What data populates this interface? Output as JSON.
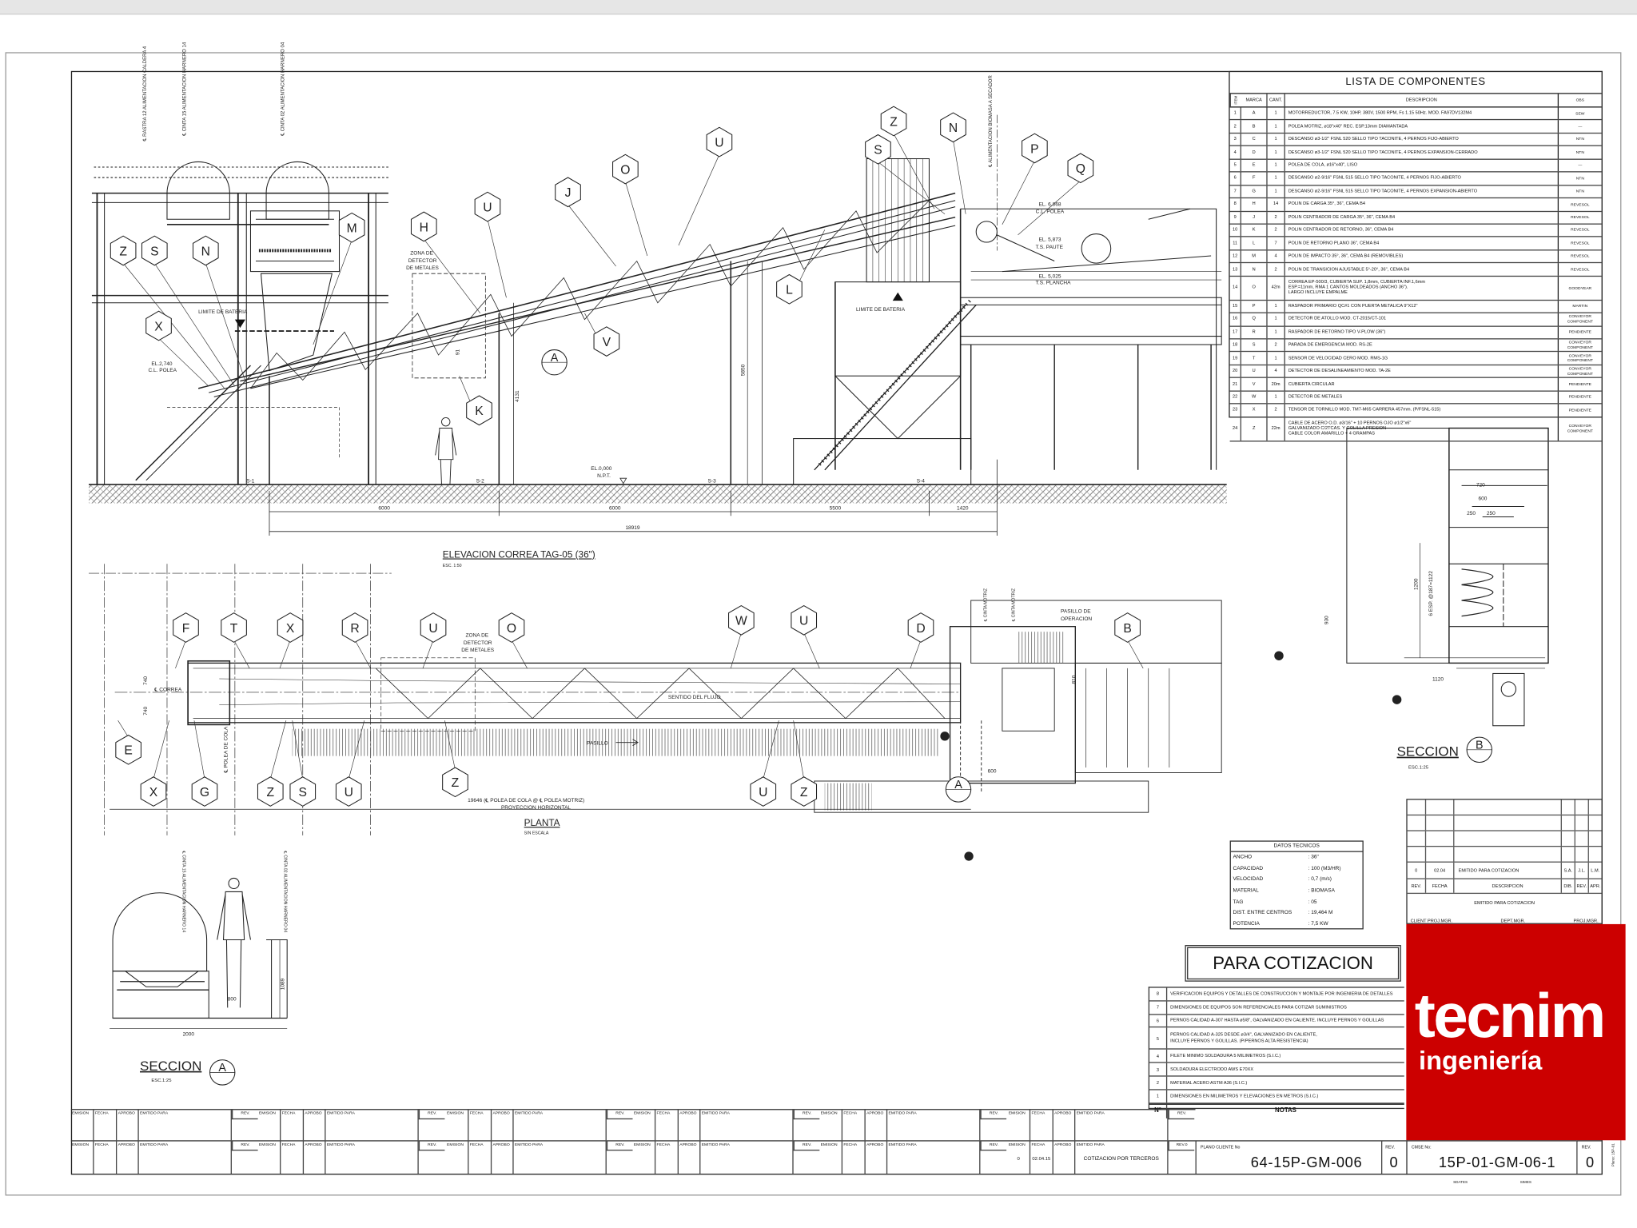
{
  "component_list": {
    "title": "LISTA DE COMPONENTES",
    "headers": {
      "item": "ITEM",
      "marca": "MARCA",
      "cant": "CANT.",
      "descripcion": "DESCRIPCION",
      "obs": "OBS"
    },
    "rows": [
      {
        "item": "1",
        "marca": "A",
        "cant": "1",
        "desc": "MOTORREDUCTOR, 7.5 KW, 10HP, 380V, 1500 RPM, Fs 1.15 50Hz. MOD. FA97DV132M4",
        "obs": "SEW"
      },
      {
        "item": "2",
        "marca": "B",
        "cant": "1",
        "desc": "POLEA MOTRIZ, ø18\"x40\" REC. ESP.13mm DIAMANTADA",
        "obs": "—"
      },
      {
        "item": "3",
        "marca": "C",
        "cant": "1",
        "desc": "DESCANSO ø3-1/2\" FSNL 520 SELLO TIPO TACONITE, 4 PERNOS FIJO-ABIERTO",
        "obs": "NTN"
      },
      {
        "item": "4",
        "marca": "D",
        "cant": "1",
        "desc": "DESCANSO ø3-1/2\" FSNL 520 SELLO TIPO TACONITE, 4 PERNOS EXPANSION-CERRADO",
        "obs": "NTN"
      },
      {
        "item": "5",
        "marca": "E",
        "cant": "1",
        "desc": "POLEA DE COLA, ø16\"x40\", LISO",
        "obs": "—"
      },
      {
        "item": "6",
        "marca": "F",
        "cant": "1",
        "desc": "DESCANSO ø2-9/16\" FSNL 515 SELLO TIPO TACONITE, 4 PERNOS FIJO-ABIERTO",
        "obs": "NTN"
      },
      {
        "item": "7",
        "marca": "G",
        "cant": "1",
        "desc": "DESCANSO ø2-9/16\" FSNL 515 SELLO TIPO TACONITE, 4 PERNOS EXPANSION-ABIERTO",
        "obs": "NTN"
      },
      {
        "item": "8",
        "marca": "H",
        "cant": "14",
        "desc": "POLIN DE CARGA 35°, 36\", CEMA B4",
        "obs": "REVESOL"
      },
      {
        "item": "9",
        "marca": "J",
        "cant": "2",
        "desc": "POLIN CENTRADOR DE CARGA 35°, 36\", CEMA B4",
        "obs": "REVESOL"
      },
      {
        "item": "10",
        "marca": "K",
        "cant": "2",
        "desc": "POLIN CENTRADOR DE RETORNO, 36\", CEMA B4",
        "obs": "REVESOL"
      },
      {
        "item": "11",
        "marca": "L",
        "cant": "7",
        "desc": "POLIN DE RETORNO PLANO 36\", CEMA B4",
        "obs": "REVESOL"
      },
      {
        "item": "12",
        "marca": "M",
        "cant": "4",
        "desc": "POLIN DE IMPACTO 35°, 36\", CEMA B4 (REMOVIBLES)",
        "obs": "REVESOL"
      },
      {
        "item": "13",
        "marca": "N",
        "cant": "2",
        "desc": "POLIN DE TRANSICION AJUSTABLE 5°-20°, 36\", CEMA B4",
        "obs": "REVESOL"
      },
      {
        "item": "14",
        "marca": "O",
        "cant": "42m",
        "desc": "CORREA EP-500/3, CUBIERTA SUP. 1,8mm, CUBIERTA INF.1,6mm\nESP.=11mm, RMA 1  CANTOS MOLDEADOS (ANCHO 36\").\nLARGO INCLUYE EMPALME",
        "obs": "GOODYEAR",
        "tall": true
      },
      {
        "item": "15",
        "marca": "P",
        "cant": "1",
        "desc": "RASPADOR PRIMARIO QC#1  CON PUERTA METALICA 9\"X12\"",
        "obs": "MARTIN"
      },
      {
        "item": "16",
        "marca": "Q",
        "cant": "1",
        "desc": "DETECTOR DE ATOLLO MOD. CT-2015/CT-101",
        "obs": "CONVEYOR\nCOMPONENT"
      },
      {
        "item": "17",
        "marca": "R",
        "cant": "1",
        "desc": "RASPADOR DE RETORNO TIPO V-PLOW  (36\")",
        "obs": "PENDIENTE"
      },
      {
        "item": "18",
        "marca": "S",
        "cant": "2",
        "desc": "PARADA DE EMERGENCIA MOD. RS-2E",
        "obs": "CONVEYOR\nCOMPONENT"
      },
      {
        "item": "19",
        "marca": "T",
        "cant": "1",
        "desc": "SENSOR DE VELOCIDAD CERO MOD. RMS-1G",
        "obs": "CONVEYOR\nCOMPONENT"
      },
      {
        "item": "20",
        "marca": "U",
        "cant": "4",
        "desc": "DETECTOR DE DESALINEAMIENTO MOD. TA-2E",
        "obs": "CONVEYOR\nCOMPONENT"
      },
      {
        "item": "21",
        "marca": "V",
        "cant": "20m",
        "desc": "CUBIERTA CIRCULAR",
        "obs": "PENDIENTE"
      },
      {
        "item": "22",
        "marca": "W",
        "cant": "1",
        "desc": "DETECTOR DE METALES",
        "obs": "PENDIENTE"
      },
      {
        "item": "23",
        "marca": "X",
        "cant": "2",
        "desc": "TENSOR DE TORNILLO MOD. TM7-M65 CARRERA 457mm. (P/FSNL-515)",
        "obs": "PENDIENTE"
      },
      {
        "item": "24",
        "marca": "Z",
        "cant": "22m",
        "desc": "CABLE DE ACERO O.D. ø3/16\"  + 10 PERNOS OJO ø1/2\"x6\"\nGALVANIZADO C/2TCAS. Y GOLILLA PRESION\nCABLE COLOR AMARILLO + 4 GRAMPAS",
        "obs": "CONVEYOR\nCOMPONENT",
        "tall": true
      }
    ]
  },
  "elevation": {
    "title": "ELEVACION CORREA TAG-05 (36\")",
    "scale": "ESC. 1:50",
    "top_labels": [
      "℄ RASTRA 12\nALIMENTACION\nCALDERA 4",
      "℄ CINTA 15\nALIMENTACION\nHARNERO 14",
      "℄ CINTA 02\nALIMENTACION\nHARNERO 04",
      "℄ ALIMENTACION\nBIOMASA A SECADOR"
    ],
    "limite_bateria": "LIMITE DE BATERIA",
    "zona_detector": [
      "ZONA DE",
      "DETECTOR",
      "DE METALES"
    ],
    "el_tail": [
      "EL.2,740",
      "C.L. POLEA"
    ],
    "el_ground": [
      "EL.0,000",
      "N.P.T."
    ],
    "el_head": [
      "EL. 6,868",
      "C.L. POLEA"
    ],
    "el_chute": [
      "EL. 5,873",
      "T.S. PAUTE"
    ],
    "el_deck": [
      "EL. 5,025",
      "T.S. PLANCHA"
    ],
    "supports": [
      "S-1",
      "S-2",
      "S-3",
      "S-4"
    ],
    "dims": {
      "d1": "6000",
      "d2": "6000",
      "d3": "5500",
      "d4": "1420",
      "total": "18919",
      "h1": "4131",
      "h2": "5850",
      "small": "91"
    },
    "callouts": [
      "Z",
      "S",
      "N",
      "M",
      "X",
      "H",
      "U",
      "J",
      "O",
      "U",
      "V",
      "K",
      "L",
      "Z",
      "S",
      "N",
      "P",
      "Q"
    ],
    "section_marker": "A"
  },
  "plan": {
    "title": "PLANTA",
    "scale": "SIN ESCALA",
    "correa": "℄ CORREA",
    "dim_740a": "740",
    "dim_740b": "740",
    "polea_cola": "℄ POLEA\nDE COLA",
    "zona_detector": [
      "ZONA DE",
      "DETECTOR",
      "DE METALES"
    ],
    "sentido": "SENTIDO DEL FLUJO",
    "pasillo": "PASILLO",
    "pasillo_op": [
      "PASILLO DE",
      "OPERACION"
    ],
    "proyeccion": [
      "19646 (℄ POLEA DE COLA @ ℄ POLEA MOTRIZ)",
      "PROYECCION HORIZONTAL"
    ],
    "dim_810": "810",
    "dim_600": "600",
    "bottom_labels": [
      "℄ CINTA 15\nALIMENTACION\nHARNERO 14",
      "℄ CINTA 02\nALIMENTACION\nHARNERO 04"
    ],
    "top_labels": [
      "℄ CINTA\nMOTRIZ",
      "℄ CINTA\nMOTRIZ"
    ],
    "callouts": [
      "F",
      "T",
      "X",
      "R",
      "U",
      "O",
      "W",
      "U",
      "D",
      "B",
      "E",
      "X",
      "G",
      "Z",
      "S",
      "U",
      "Z",
      "U",
      "Z"
    ],
    "section_marker": "A"
  },
  "seccion_a": {
    "title": "SECCION",
    "letter": "A",
    "scale": "ESC.1:25",
    "dim_width": "2000",
    "dim_height": "1089",
    "dim_800": "800"
  },
  "seccion_b": {
    "title": "SECCION",
    "letter": "B",
    "scale": "ESC.1:25",
    "dim_720": "720",
    "dim_600": "600",
    "dim_250a": "250",
    "dim_250b": "250",
    "dim_1200": "1200",
    "dim_spacing": "6 ESP. @187=1122",
    "dim_930": "930",
    "dim_1120": "1120"
  },
  "datos_tecnicos": {
    "title": "DATOS TECNICOS",
    "rows": [
      {
        "k": "ANCHO",
        "v": ": 36\""
      },
      {
        "k": "CAPACIDAD",
        "v": ": 100  (M3/HR)"
      },
      {
        "k": "VELOCIDAD",
        "v": ": 0,7   (m/s)"
      },
      {
        "k": "MATERIAL",
        "v": ": BIOMASA"
      },
      {
        "k": "TAG",
        "v": ": 05"
      },
      {
        "k": "DIST. ENTRE CENTROS",
        "v": ": 19,464  M"
      },
      {
        "k": "POTENCIA",
        "v": ": 7,5  KW"
      }
    ]
  },
  "stamp": "PARA COTIZACION",
  "notes": {
    "header_n": "N°",
    "header": "NOTAS",
    "items": [
      {
        "n": "8",
        "t": "VERIFICACION EQUIPOS Y DETALLES DE CONSTRUCCION Y MONTAJE POR INGENIERIA DE DETALLES"
      },
      {
        "n": "7",
        "t": "DIMENSIONES DE EQUIPOS SON REFERENCIALES PARA COTIZAR SUMINISTROS"
      },
      {
        "n": "6",
        "t": "PERNOS CALIDAD A-307 HASTA ø5/8\", GALVANIZADO EN CALIENTE. INCLUYE PERNOS Y GOLILLAS"
      },
      {
        "n": "5",
        "t": "PERNOS CALIDAD A-325 DESDE ø3/4\", GALVANIZADO EN CALIENTE,\nINCLUYE PERNOS Y GOLILLAS. (P/PERNOS ALTA RESISTENCIA)",
        "tall": true
      },
      {
        "n": "4",
        "t": "FILETE MINIMO SOLDADURA 5 MILIMETROS (S.I.C.)"
      },
      {
        "n": "3",
        "t": "SOLDADURA ELECTRODO AWS E70XX"
      },
      {
        "n": "2",
        "t": "MATERIAL ACERO ASTM A36 (S.I.C.)"
      },
      {
        "n": "1",
        "t": "DIMENSIONES EN MILIMETROS Y ELEVACIONES EN METROS (S.I.C.)"
      }
    ]
  },
  "revisions": {
    "row": {
      "rev": "0",
      "fecha": "02.04",
      "desc": "EMITIDO PARA COTIZACION",
      "dib": "S.A.",
      "revi": "J.L.",
      "apr": "L.M."
    },
    "headers": {
      "rev": "REV.",
      "fecha": "FECHA",
      "desc": "DESCRIPCION",
      "dib": "DIB.",
      "revi": "REV.",
      "apr": "APR."
    },
    "status": "EMITIDO PARA COTIZACION",
    "signatures": [
      "CLIENT PROJ.MGR.",
      "DEPT.MGR.",
      "PROJ.MGR."
    ]
  },
  "logo": {
    "line1": "tecnim",
    "line2": "ingeniería",
    "color": "#cc0000"
  },
  "title_strip": {
    "labels": {
      "emision": "EMISION",
      "fecha": "FECHA",
      "aprobo": "APROBO",
      "emitido": "EMITIDO PARA",
      "rev": "REV."
    },
    "current": {
      "emision": "0",
      "fecha": "02.04.15",
      "emitido": "COTIZACION POR TERCEROS",
      "rev": "REV.0"
    },
    "plano_cliente_label": "PLANO CLIENTE No",
    "plano_cliente": "64-15P-GM-006",
    "plano_cliente_rev_label": "REV.",
    "plano_cliente_rev": "0",
    "cmse_label": "CMSE No:",
    "cmse": "15P-01-GM-06-1",
    "cmse_rev_label": "REV.",
    "cmse_rev": "0",
    "footer_a": "SDATES",
    "footer_b": "SIMES",
    "side_label": "Plano: 15P-01"
  }
}
